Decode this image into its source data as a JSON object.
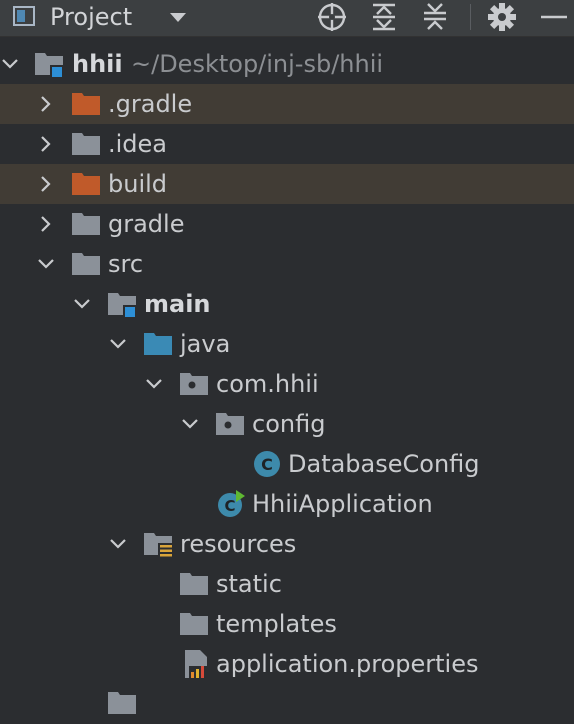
{
  "header": {
    "title": "Project",
    "icons": [
      "project-tool-window-icon",
      "dropdown-icon",
      "locate-icon",
      "expand-all-icon",
      "collapse-all-icon",
      "gear-icon",
      "minimize-icon"
    ]
  },
  "tree": [
    {
      "label": "hhii",
      "path": "~/Desktop/inj-sb/hhii",
      "icon": "module-folder",
      "expanded": true,
      "bold": true
    },
    {
      "label": ".gradle",
      "icon": "excluded-folder",
      "expanded": false
    },
    {
      "label": ".idea",
      "icon": "folder",
      "expanded": false
    },
    {
      "label": "build",
      "icon": "excluded-folder",
      "expanded": false
    },
    {
      "label": "gradle",
      "icon": "folder",
      "expanded": false
    },
    {
      "label": "src",
      "icon": "folder",
      "expanded": true
    },
    {
      "label": "main",
      "icon": "module-folder",
      "expanded": true,
      "bold": true
    },
    {
      "label": "java",
      "icon": "source-folder",
      "expanded": true
    },
    {
      "label": "com.hhii",
      "icon": "package",
      "expanded": true
    },
    {
      "label": "config",
      "icon": "package",
      "expanded": true
    },
    {
      "label": "DatabaseConfig",
      "icon": "java-class"
    },
    {
      "label": "HhiiApplication",
      "icon": "spring-boot-class"
    },
    {
      "label": "resources",
      "icon": "resources-folder",
      "expanded": true
    },
    {
      "label": "static",
      "icon": "folder"
    },
    {
      "label": "templates",
      "icon": "folder"
    },
    {
      "label": "application.properties",
      "icon": "properties-file"
    }
  ],
  "colors": {
    "background": "#2b2d30",
    "header": "#3c3f41",
    "excluded_row": "#413c35",
    "excluded_folder": "#c05a2a",
    "folder": "#8b9199",
    "source_folder": "#3a8ab5",
    "class_icon": "#3d8aab"
  }
}
